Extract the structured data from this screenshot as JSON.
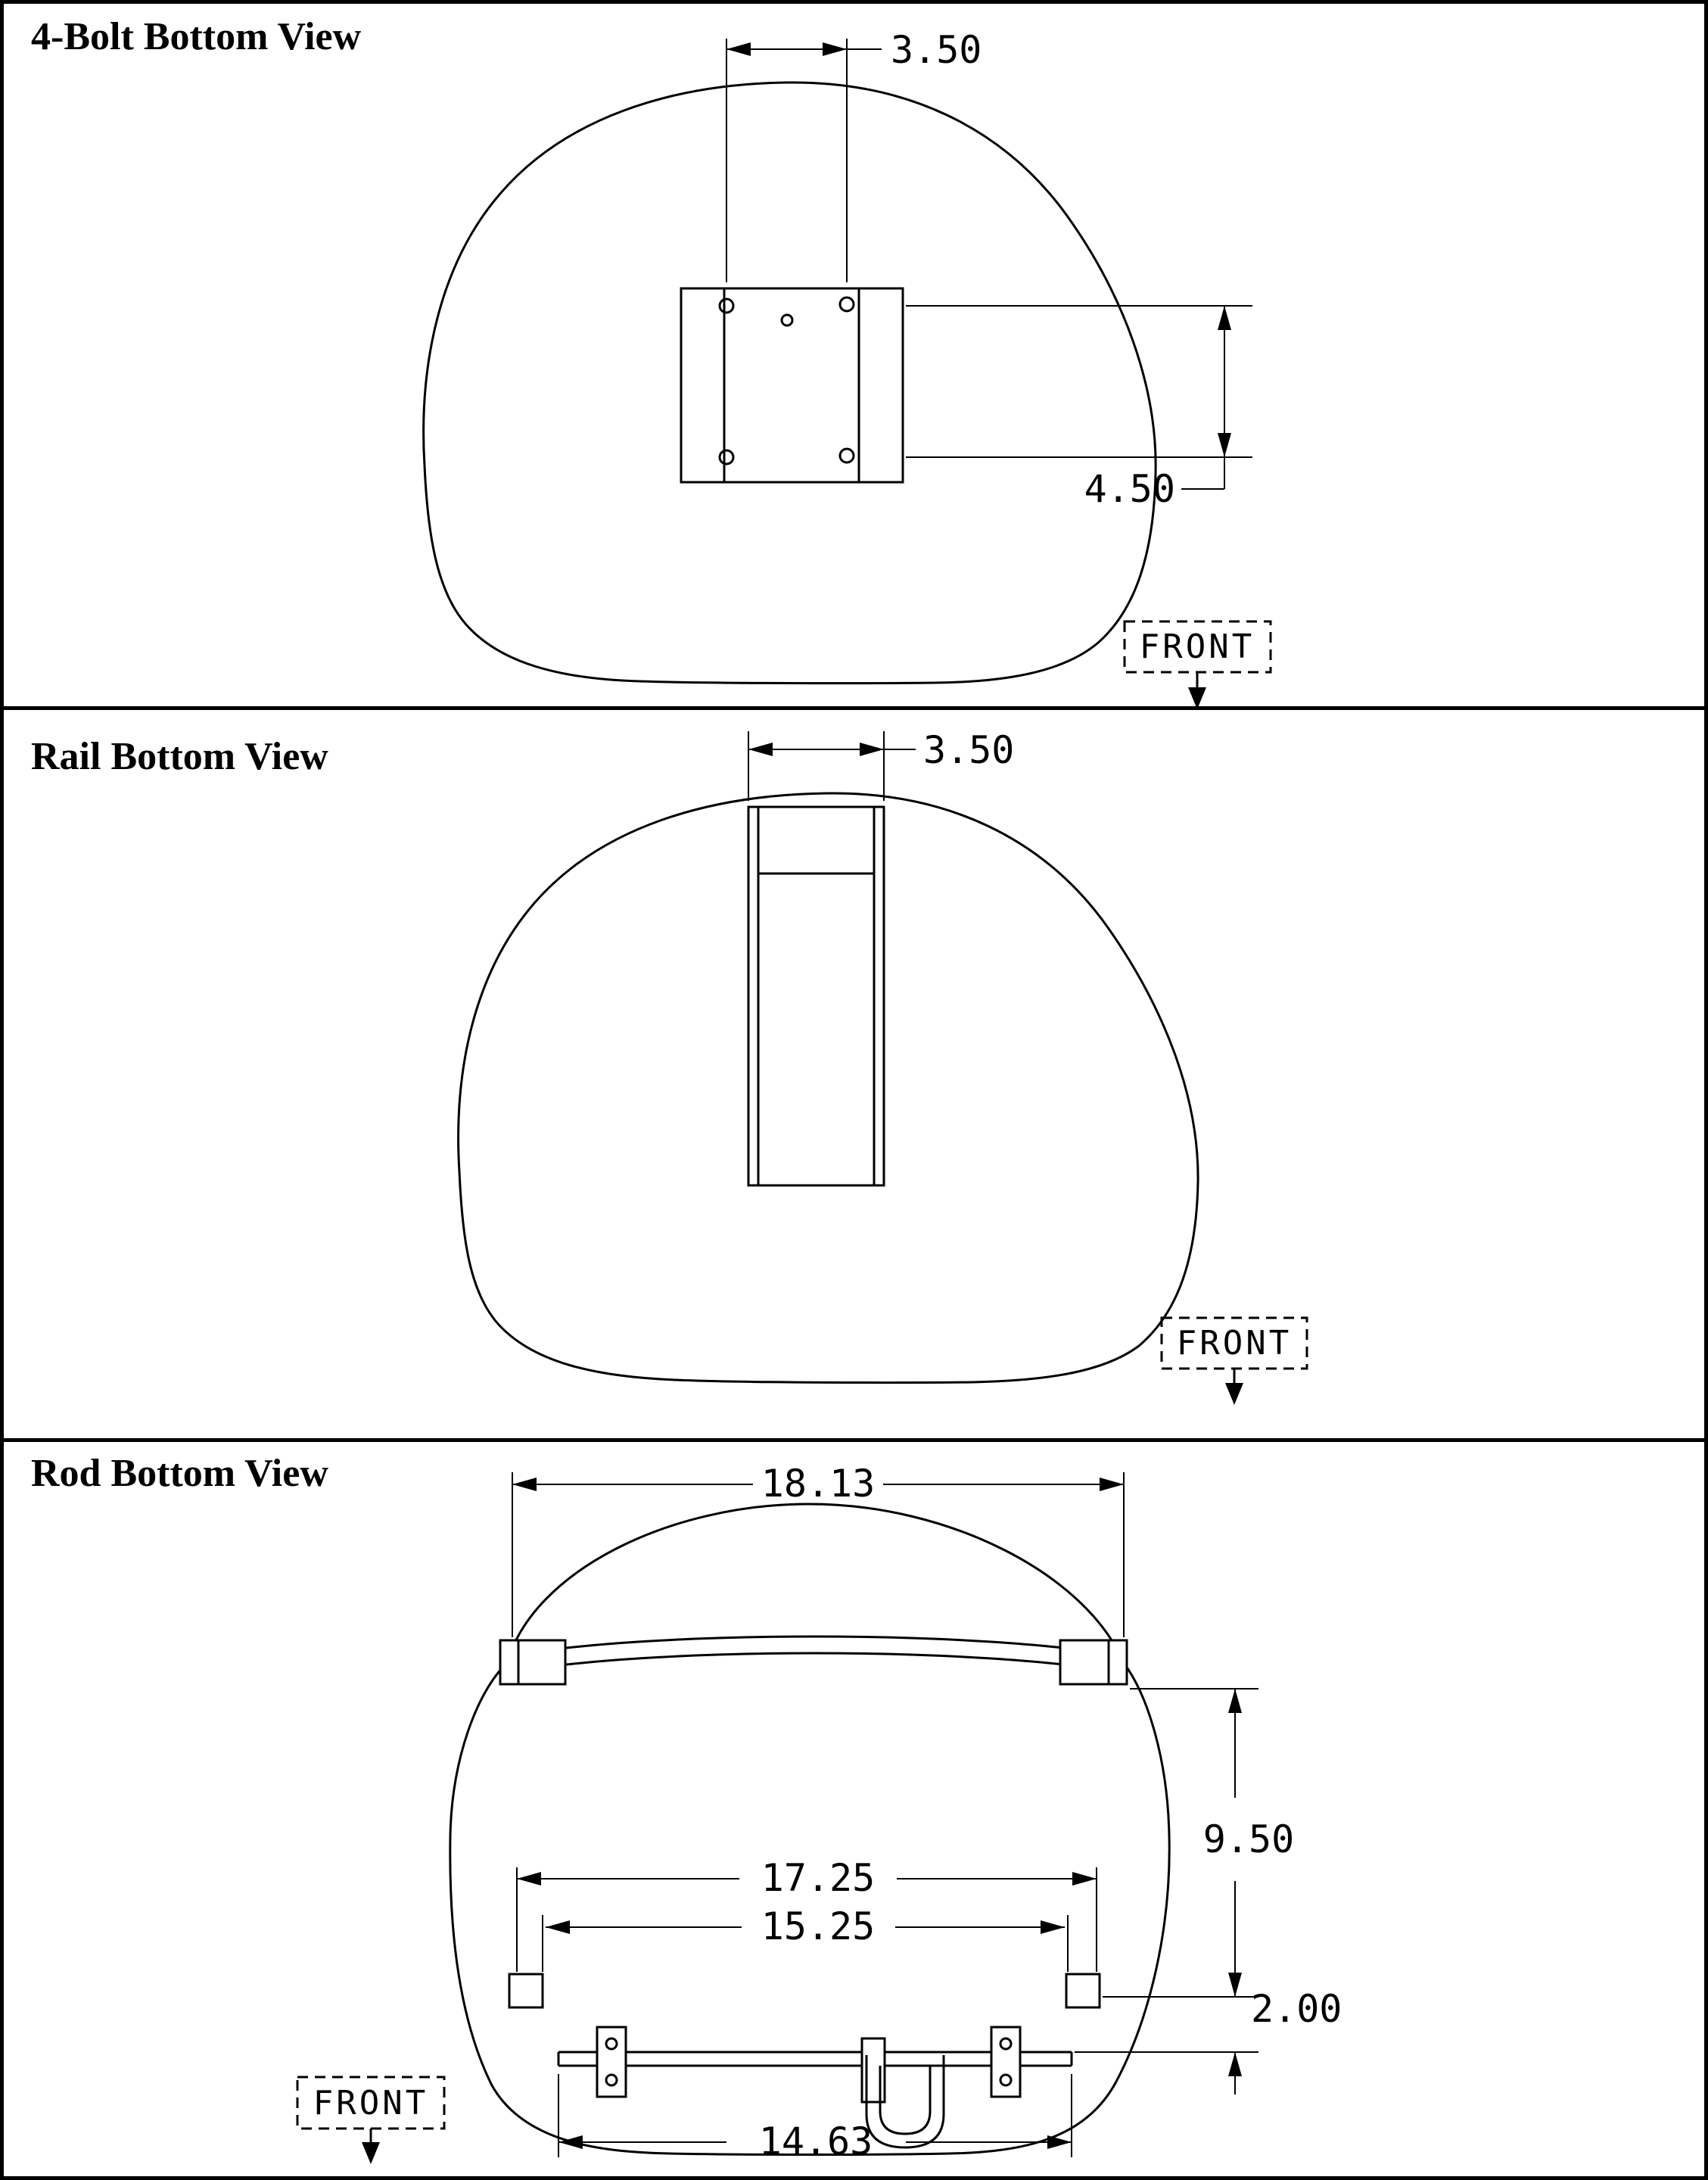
{
  "colors": {
    "line": "#000000",
    "background": "#ffffff"
  },
  "panels": {
    "four_bolt": {
      "title": "4-Bolt Bottom View",
      "dim_bolt_spacing": "3.50",
      "dim_bolt_row_spacing": "4.50",
      "front_label": "FRONT"
    },
    "rail": {
      "title": "Rail Bottom View",
      "dim_rail_width": "3.50",
      "front_label": "FRONT"
    },
    "rod": {
      "title": "Rod Bottom View",
      "dim_overall_width": "18.13",
      "dim_depth": "9.50",
      "dim_tab_outer_spacing": "17.25",
      "dim_tab_inner_spacing": "15.25",
      "dim_rod_offset": "2.00",
      "dim_rod_length": "14.63",
      "front_label": "FRONT"
    }
  }
}
